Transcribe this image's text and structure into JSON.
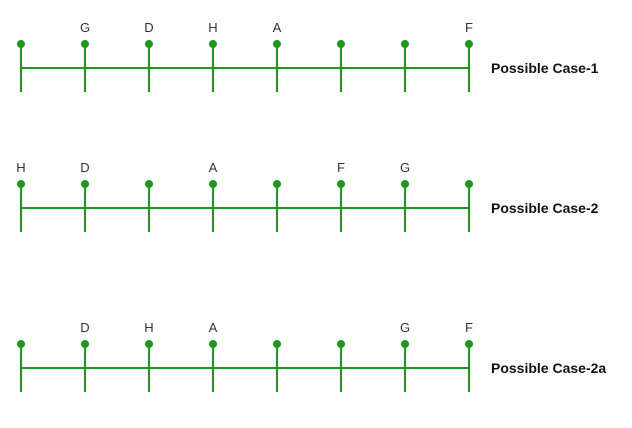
{
  "colors": {
    "line": "#1a9a1a",
    "label": "#333333",
    "case_label": "#111111"
  },
  "cases": [
    {
      "label": "Possible Case-1",
      "positions": [
        "",
        "G",
        "D",
        "H",
        "A",
        "",
        "",
        "F"
      ]
    },
    {
      "label": "Possible Case-2",
      "positions": [
        "H",
        "D",
        "",
        "A",
        "",
        "F",
        "G",
        ""
      ]
    },
    {
      "label": "Possible Case-2a",
      "positions": [
        "",
        "D",
        "H",
        "A",
        "",
        "",
        "G",
        "F"
      ]
    }
  ]
}
